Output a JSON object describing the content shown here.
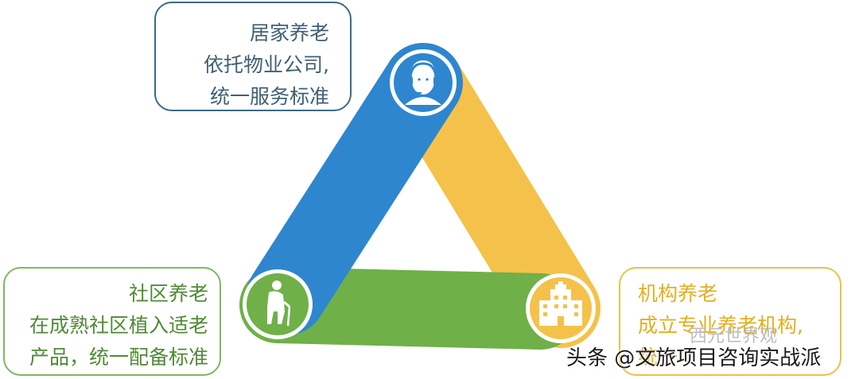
{
  "colors": {
    "blue": "#2e86cf",
    "yellow": "#f4c24a",
    "green": "#6fb048",
    "top_border": "#3c6a84",
    "left_border": "#7db860",
    "right_border": "#e8c24a"
  },
  "nodes": {
    "top": {
      "icon": "customer-service-headset-icon",
      "lines": [
        "居家养老",
        "依托物业公司,",
        "统一服务标准"
      ]
    },
    "left": {
      "icon": "elderly-person-with-cane-icon",
      "lines": [
        "社区养老",
        "在成熟社区植入适老",
        "产品，统一配备标准"
      ]
    },
    "right": {
      "icon": "hospital-building-icon",
      "lines": [
        "机构养老",
        "成立专业养老机构,",
        "统一"
      ]
    }
  },
  "watermarks": {
    "wechat": "西元世界观",
    "toutiao": "头条 @文旅项目咨询实战派"
  }
}
